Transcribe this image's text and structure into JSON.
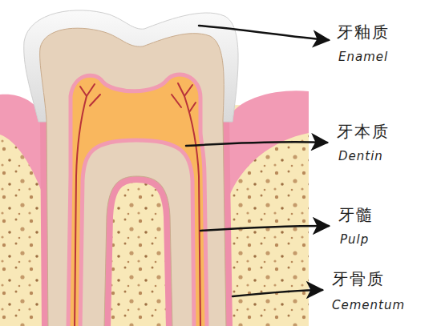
{
  "diagram": {
    "labels": [
      "牙釉质",
      "Enamel",
      "牙本质",
      "Dentin",
      "牙髓",
      "Pulp",
      "牙骨质",
      "Cementum"
    ]
  }
}
